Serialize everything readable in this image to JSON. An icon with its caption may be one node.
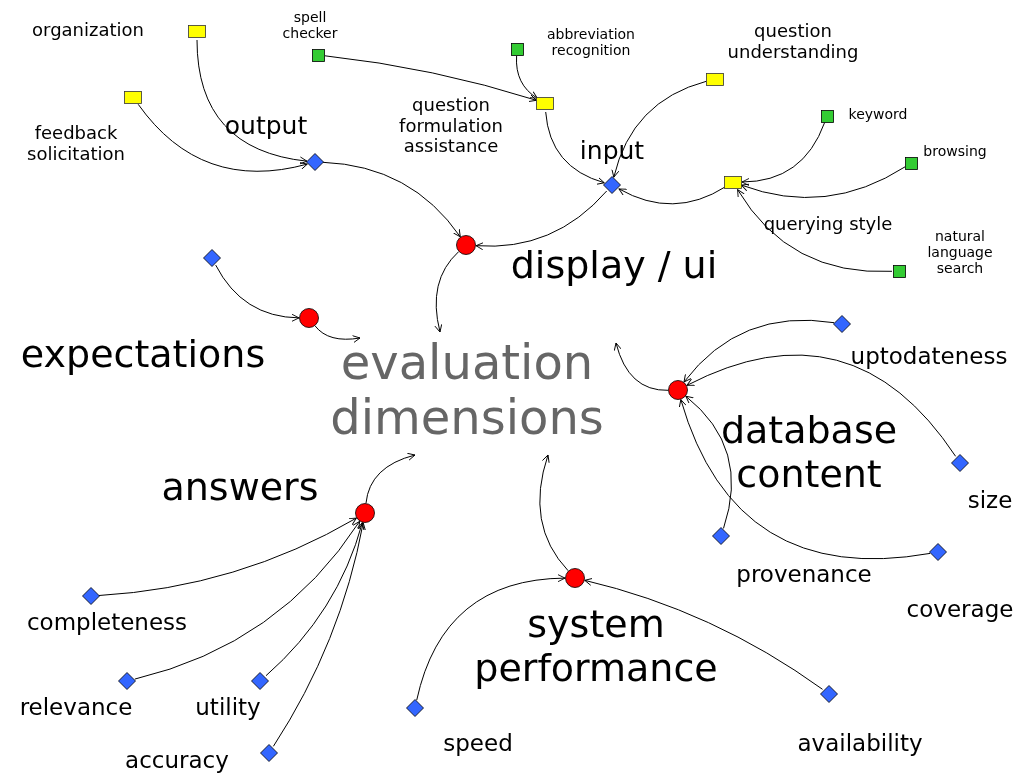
{
  "diagram": {
    "nodes": [
      {
        "text": [
          "evaluation dimensions"
        ]
      },
      {
        "text": [
          "display / ui"
        ]
      },
      {
        "text": [
          "output"
        ]
      },
      {
        "text": [
          "organization"
        ]
      },
      {
        "text": [
          "feedback solicitation"
        ]
      },
      {
        "text": [
          "input"
        ]
      },
      {
        "text": [
          "question formulation assistance"
        ]
      },
      {
        "text": [
          "spell checker"
        ]
      },
      {
        "text": [
          "abbreviation recognition"
        ]
      },
      {
        "text": [
          "question understanding"
        ]
      },
      {
        "text": [
          "querying style"
        ]
      },
      {
        "text": [
          "keyword"
        ]
      },
      {
        "text": [
          "browsing"
        ]
      },
      {
        "text": [
          "natural language search"
        ]
      },
      {
        "text": [
          "expectations"
        ]
      },
      {
        "text": [],
        "shape": "diamond"
      },
      {
        "text": [
          "database content"
        ]
      },
      {
        "text": [
          "uptodateness"
        ]
      },
      {
        "text": [
          "size"
        ]
      },
      {
        "text": [
          "coverage"
        ]
      },
      {
        "text": [
          "provenance"
        ]
      },
      {
        "text": [
          "answers"
        ]
      },
      {
        "text": [
          "completeness"
        ]
      },
      {
        "text": [
          "relevance"
        ]
      },
      {
        "text": [
          "utility"
        ]
      },
      {
        "text": [
          "accuracy"
        ]
      },
      {
        "text": [
          "system performance"
        ]
      },
      {
        "text": [
          "speed"
        ]
      },
      {
        "text": [
          "availability"
        ]
      }
    ],
    "edges": [
      {
        "from": 1,
        "to": 0,
        "arrow": "to"
      },
      {
        "from": 2,
        "to": 1,
        "arrow": "to"
      },
      {
        "from": 3,
        "to": 2,
        "arrow": "to"
      },
      {
        "from": 4,
        "to": 2,
        "arrow": "to"
      },
      {
        "from": 5,
        "to": 1,
        "arrow": "to"
      },
      {
        "from": 6,
        "to": 5,
        "arrow": "to"
      },
      {
        "from": 7,
        "to": 6,
        "arrow": "to"
      },
      {
        "from": 8,
        "to": 6,
        "arrow": "to"
      },
      {
        "from": 9,
        "to": 5,
        "arrow": "to"
      },
      {
        "from": 10,
        "to": 5,
        "arrow": "to"
      },
      {
        "from": 11,
        "to": 10,
        "arrow": "to"
      },
      {
        "from": 12,
        "to": 10,
        "arrow": "to"
      },
      {
        "from": 13,
        "to": 10,
        "arrow": "to"
      },
      {
        "from": 14,
        "to": 0,
        "arrow": "to"
      },
      {
        "from": 15,
        "to": 14,
        "arrow": "to"
      },
      {
        "from": 16,
        "to": 0,
        "arrow": "to"
      },
      {
        "from": 17,
        "to": 16,
        "arrow": "to"
      },
      {
        "from": 18,
        "to": 16,
        "arrow": "to"
      },
      {
        "from": 19,
        "to": 16,
        "arrow": "to"
      },
      {
        "from": 20,
        "to": 16,
        "arrow": "to"
      },
      {
        "from": 21,
        "to": 0,
        "arrow": "to"
      },
      {
        "from": 22,
        "to": 21,
        "arrow": "to"
      },
      {
        "from": 23,
        "to": 21,
        "arrow": "to"
      },
      {
        "from": 24,
        "to": 21,
        "arrow": "to"
      },
      {
        "from": 25,
        "to": 21,
        "arrow": "to"
      },
      {
        "from": 26,
        "to": 0,
        "arrow": "to"
      },
      {
        "from": 27,
        "to": 26,
        "arrow": "to"
      },
      {
        "from": 28,
        "to": 26,
        "arrow": "to"
      }
    ]
  }
}
